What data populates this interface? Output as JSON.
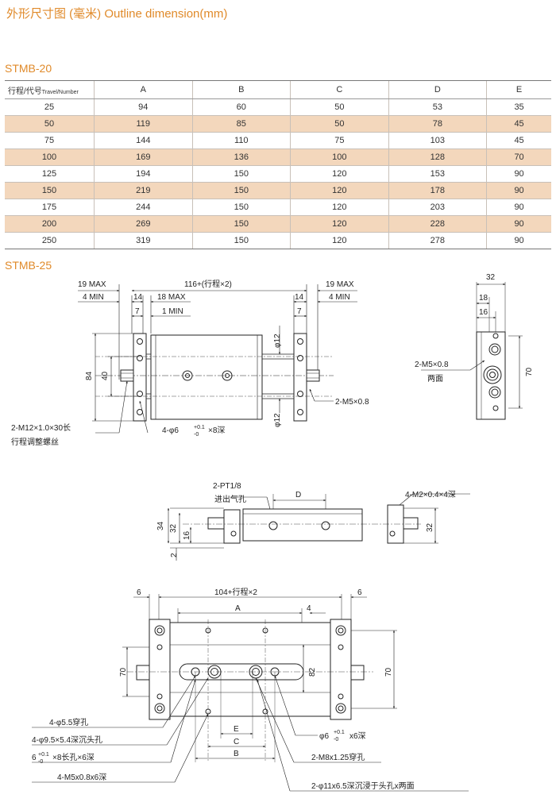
{
  "page": {
    "title": "外形尺寸图 (毫米) Outline dimension(mm)",
    "section1_model": "STMB-20",
    "section2_model": "STMB-25"
  },
  "table": {
    "header_cn": "行程/代号",
    "header_en": "Travel/Number",
    "columns": [
      "A",
      "B",
      "C",
      "D",
      "E"
    ],
    "rows": [
      [
        "25",
        "94",
        "60",
        "50",
        "53",
        "35"
      ],
      [
        "50",
        "119",
        "85",
        "50",
        "78",
        "45"
      ],
      [
        "75",
        "144",
        "110",
        "75",
        "103",
        "45"
      ],
      [
        "100",
        "169",
        "136",
        "100",
        "128",
        "70"
      ],
      [
        "125",
        "194",
        "150",
        "120",
        "153",
        "90"
      ],
      [
        "150",
        "219",
        "150",
        "120",
        "178",
        "90"
      ],
      [
        "175",
        "244",
        "150",
        "120",
        "203",
        "90"
      ],
      [
        "200",
        "269",
        "150",
        "120",
        "228",
        "90"
      ],
      [
        "250",
        "319",
        "150",
        "120",
        "278",
        "90"
      ]
    ]
  },
  "drawing": {
    "top": {
      "max19_left": "19 MAX",
      "min4_left": "4 MIN",
      "stroke_total": "116+(行程×2)",
      "max19_right": "19 MAX",
      "min4_right": "4 MIN",
      "d14_left": "14",
      "d7_left": "7",
      "max18": "18 MAX",
      "min1": "1 MIN",
      "d14_right": "14",
      "d7_right": "7",
      "h84": "84",
      "h40": "40",
      "phi12_top": "φ12",
      "phi12_bottom": "φ12",
      "port_m5": "2-M5×0.8",
      "thread_m12": "2-M12×1.0×30长",
      "stroke_screw": "行程调整螺丝",
      "holes_phi6": "4-φ6",
      "tol_plus": "+0.1",
      "tol_minus": "-0",
      "holes_depth": "×8深"
    },
    "side": {
      "w32": "32",
      "w18": "18",
      "w16": "16",
      "h70": "70",
      "m5": "2-M5×0.8",
      "both_faces": "两面"
    },
    "front": {
      "pt18": "2-PT1/8",
      "inlet": "进出气孔",
      "d_label": "D",
      "m2": "4-M2×0.4×4深",
      "h34": "34",
      "h32l": "32",
      "h16": "16",
      "h2": "2",
      "h32r": "32"
    },
    "bottom": {
      "d6_left": "6",
      "stroke_total": "104+行程×2",
      "d6_right": "6",
      "a_label": "A",
      "d4": "4",
      "h70_left": "70",
      "h82": "82",
      "h70_right": "70",
      "e_label": "E",
      "c_label": "C",
      "b_label": "B",
      "hole55": "4-φ5.5穿孔",
      "cbore": "4-φ9.5×5.4深沉头孔",
      "slot6": "6",
      "slot_tol_plus": "+0.1",
      "slot_tol_minus": "-0",
      "slot_rest": "×8长孔×6深",
      "m5_4": "4-M5x0.8x6深",
      "phi6": "φ6",
      "phi6_tol_plus": "+0.1",
      "phi6_tol_minus": "-0",
      "phi6_depth": "x6深",
      "m8": "2-M8x1.25穿孔",
      "phi11": "2-φ11x6.5深沉浸于头孔x两面"
    }
  }
}
